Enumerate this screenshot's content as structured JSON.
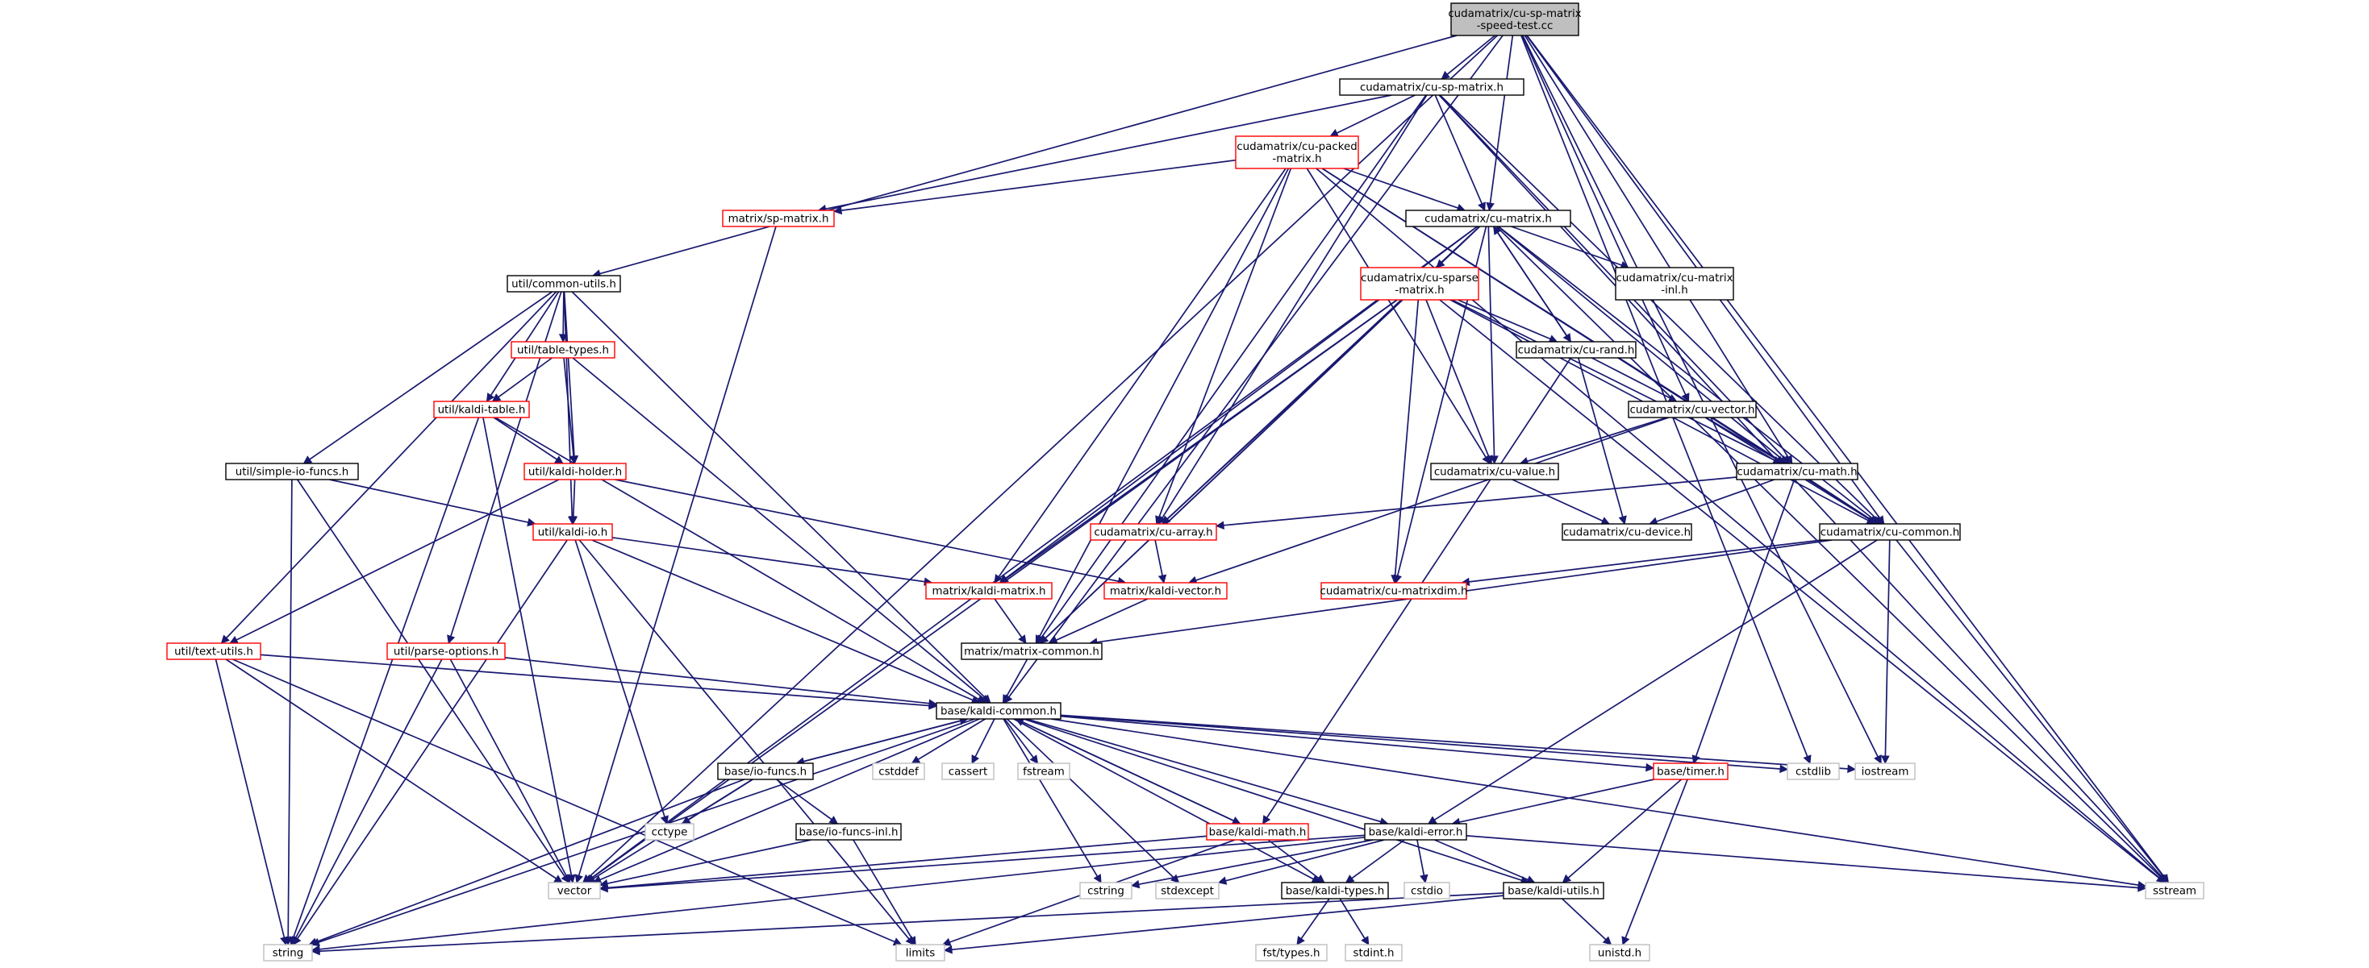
{
  "colors": {
    "edge": "#191970",
    "root_fill": "#bfbfbf",
    "root_border": "#000000",
    "documented_border": "#000000",
    "truncated_border": "#ff0000",
    "external_border": "#bfbfbf",
    "fill": "#ffffff"
  },
  "nodes": [
    {
      "id": "root",
      "lines": [
        "cudamatrix/cu-sp-matrix",
        "-speed-test.cc"
      ],
      "style": "root"
    },
    {
      "id": "cu_sp_matrix_h",
      "lines": [
        "cudamatrix/cu-sp-matrix.h"
      ],
      "style": "documented"
    },
    {
      "id": "cu_packed_matrix_h",
      "lines": [
        "cudamatrix/cu-packed",
        "-matrix.h"
      ],
      "style": "truncated"
    },
    {
      "id": "sp_matrix_h",
      "lines": [
        "matrix/sp-matrix.h"
      ],
      "style": "truncated"
    },
    {
      "id": "cu_matrix_h",
      "lines": [
        "cudamatrix/cu-matrix.h"
      ],
      "style": "documented"
    },
    {
      "id": "common_utils_h",
      "lines": [
        "util/common-utils.h"
      ],
      "style": "documented"
    },
    {
      "id": "cu_sparse_matrix_h",
      "lines": [
        "cudamatrix/cu-sparse",
        "-matrix.h"
      ],
      "style": "truncated"
    },
    {
      "id": "cu_matrix_inl_h",
      "lines": [
        "cudamatrix/cu-matrix",
        "-inl.h"
      ],
      "style": "documented"
    },
    {
      "id": "table_types_h",
      "lines": [
        "util/table-types.h"
      ],
      "style": "truncated"
    },
    {
      "id": "cu_rand_h",
      "lines": [
        "cudamatrix/cu-rand.h"
      ],
      "style": "documented"
    },
    {
      "id": "kaldi_table_h",
      "lines": [
        "util/kaldi-table.h"
      ],
      "style": "truncated"
    },
    {
      "id": "cu_vector_h",
      "lines": [
        "cudamatrix/cu-vector.h"
      ],
      "style": "documented"
    },
    {
      "id": "simple_io_funcs_h",
      "lines": [
        "util/simple-io-funcs.h"
      ],
      "style": "documented"
    },
    {
      "id": "kaldi_holder_h",
      "lines": [
        "util/kaldi-holder.h"
      ],
      "style": "truncated"
    },
    {
      "id": "cu_value_h",
      "lines": [
        "cudamatrix/cu-value.h"
      ],
      "style": "documented"
    },
    {
      "id": "cu_math_h",
      "lines": [
        "cudamatrix/cu-math.h"
      ],
      "style": "documented"
    },
    {
      "id": "kaldi_io_h",
      "lines": [
        "util/kaldi-io.h"
      ],
      "style": "truncated"
    },
    {
      "id": "cu_array_h",
      "lines": [
        "cudamatrix/cu-array.h"
      ],
      "style": "truncated"
    },
    {
      "id": "cu_device_h",
      "lines": [
        "cudamatrix/cu-device.h"
      ],
      "style": "documented"
    },
    {
      "id": "cu_common_h",
      "lines": [
        "cudamatrix/cu-common.h"
      ],
      "style": "documented"
    },
    {
      "id": "kaldi_matrix_h",
      "lines": [
        "matrix/kaldi-matrix.h"
      ],
      "style": "truncated"
    },
    {
      "id": "kaldi_vector_h",
      "lines": [
        "matrix/kaldi-vector.h"
      ],
      "style": "truncated"
    },
    {
      "id": "cu_matrixdim_h",
      "lines": [
        "cudamatrix/cu-matrixdim.h"
      ],
      "style": "truncated"
    },
    {
      "id": "text_utils_h",
      "lines": [
        "util/text-utils.h"
      ],
      "style": "truncated"
    },
    {
      "id": "parse_options_h",
      "lines": [
        "util/parse-options.h"
      ],
      "style": "truncated"
    },
    {
      "id": "matrix_common_h",
      "lines": [
        "matrix/matrix-common.h"
      ],
      "style": "documented"
    },
    {
      "id": "kaldi_common_h",
      "lines": [
        "base/kaldi-common.h"
      ],
      "style": "documented"
    },
    {
      "id": "io_funcs_h",
      "lines": [
        "base/io-funcs.h"
      ],
      "style": "documented"
    },
    {
      "id": "cstddef",
      "lines": [
        "cstddef"
      ],
      "style": "external"
    },
    {
      "id": "cassert",
      "lines": [
        "cassert"
      ],
      "style": "external"
    },
    {
      "id": "fstream",
      "lines": [
        "fstream"
      ],
      "style": "external"
    },
    {
      "id": "timer_h",
      "lines": [
        "base/timer.h"
      ],
      "style": "truncated"
    },
    {
      "id": "cstdlib",
      "lines": [
        "cstdlib"
      ],
      "style": "external"
    },
    {
      "id": "iostream",
      "lines": [
        "iostream"
      ],
      "style": "external"
    },
    {
      "id": "cctype",
      "lines": [
        "cctype"
      ],
      "style": "external"
    },
    {
      "id": "io_funcs_inl_h",
      "lines": [
        "base/io-funcs-inl.h"
      ],
      "style": "documented"
    },
    {
      "id": "kaldi_math_h",
      "lines": [
        "base/kaldi-math.h"
      ],
      "style": "truncated"
    },
    {
      "id": "kaldi_error_h",
      "lines": [
        "base/kaldi-error.h"
      ],
      "style": "documented"
    },
    {
      "id": "vector",
      "lines": [
        "vector"
      ],
      "style": "external"
    },
    {
      "id": "cstring",
      "lines": [
        "cstring"
      ],
      "style": "external"
    },
    {
      "id": "stdexcept",
      "lines": [
        "stdexcept"
      ],
      "style": "external"
    },
    {
      "id": "cstdio",
      "lines": [
        "cstdio"
      ],
      "style": "external"
    },
    {
      "id": "kaldi_types_h",
      "lines": [
        "base/kaldi-types.h"
      ],
      "style": "documented"
    },
    {
      "id": "kaldi_utils_h",
      "lines": [
        "base/kaldi-utils.h"
      ],
      "style": "documented"
    },
    {
      "id": "sstream",
      "lines": [
        "sstream"
      ],
      "style": "external"
    },
    {
      "id": "string",
      "lines": [
        "string"
      ],
      "style": "external"
    },
    {
      "id": "limits",
      "lines": [
        "limits"
      ],
      "style": "external"
    },
    {
      "id": "fst_types_h",
      "lines": [
        "fst/types.h"
      ],
      "style": "external"
    },
    {
      "id": "stdint_h",
      "lines": [
        "stdint.h"
      ],
      "style": "external"
    },
    {
      "id": "unistd_h",
      "lines": [
        "unistd.h"
      ],
      "style": "external"
    }
  ],
  "edges": [
    [
      "root",
      "cu_sp_matrix_h"
    ],
    [
      "root",
      "cu_matrix_h"
    ],
    [
      "root",
      "common_utils_h"
    ],
    [
      "root",
      "cu_vector_h"
    ],
    [
      "root",
      "cu_math_h"
    ],
    [
      "root",
      "cu_common_h"
    ],
    [
      "root",
      "kaldi_common_h"
    ],
    [
      "root",
      "vector"
    ],
    [
      "root",
      "cstdlib"
    ],
    [
      "root",
      "iostream"
    ],
    [
      "root",
      "sstream"
    ],
    [
      "cu_sp_matrix_h",
      "cu_packed_matrix_h"
    ],
    [
      "cu_sp_matrix_h",
      "sp_matrix_h"
    ],
    [
      "cu_sp_matrix_h",
      "cu_matrix_h"
    ],
    [
      "cu_sp_matrix_h",
      "cu_array_h"
    ],
    [
      "cu_sp_matrix_h",
      "cu_math_h"
    ],
    [
      "cu_sp_matrix_h",
      "matrix_common_h"
    ],
    [
      "cu_sp_matrix_h",
      "cu_common_h"
    ],
    [
      "cu_sp_matrix_h",
      "sstream"
    ],
    [
      "cu_packed_matrix_h",
      "sp_matrix_h"
    ],
    [
      "cu_packed_matrix_h",
      "cu_matrix_h"
    ],
    [
      "cu_packed_matrix_h",
      "kaldi_matrix_h"
    ],
    [
      "cu_packed_matrix_h",
      "cu_array_h"
    ],
    [
      "cu_packed_matrix_h",
      "cu_value_h"
    ],
    [
      "cu_packed_matrix_h",
      "cu_math_h"
    ],
    [
      "cu_packed_matrix_h",
      "cu_common_h"
    ],
    [
      "cu_packed_matrix_h",
      "matrix_common_h"
    ],
    [
      "cu_packed_matrix_h",
      "sstream"
    ],
    [
      "sp_matrix_h",
      "vector"
    ],
    [
      "cu_matrix_h",
      "cu_sparse_matrix_h"
    ],
    [
      "cu_matrix_h",
      "cu_matrix_inl_h"
    ],
    [
      "cu_matrix_h",
      "cu_rand_h"
    ],
    [
      "cu_matrix_h",
      "cu_value_h"
    ],
    [
      "cu_matrix_h",
      "cu_math_h"
    ],
    [
      "cu_matrix_h",
      "cu_common_h"
    ],
    [
      "cu_matrix_h",
      "cu_array_h"
    ],
    [
      "cu_matrix_h",
      "kaldi_matrix_h"
    ],
    [
      "cu_matrix_h",
      "cu_matrixdim_h"
    ],
    [
      "cu_matrix_h",
      "matrix_common_h"
    ],
    [
      "cu_matrix_h",
      "vector"
    ],
    [
      "cu_matrix_h",
      "sstream"
    ],
    [
      "cu_sparse_matrix_h",
      "cu_rand_h"
    ],
    [
      "cu_sparse_matrix_h",
      "cu_value_h"
    ],
    [
      "cu_sparse_matrix_h",
      "cu_math_h"
    ],
    [
      "cu_sparse_matrix_h",
      "cu_common_h"
    ],
    [
      "cu_sparse_matrix_h",
      "cu_array_h"
    ],
    [
      "cu_sparse_matrix_h",
      "kaldi_matrix_h"
    ],
    [
      "cu_sparse_matrix_h",
      "cu_matrixdim_h"
    ],
    [
      "cu_sparse_matrix_h",
      "matrix_common_h"
    ],
    [
      "cu_sparse_matrix_h",
      "vector"
    ],
    [
      "cu_sparse_matrix_h",
      "sstream"
    ],
    [
      "cu_rand_h",
      "cu_matrix_h"
    ],
    [
      "cu_rand_h",
      "cu_vector_h"
    ],
    [
      "cu_rand_h",
      "cu_device_h"
    ],
    [
      "cu_rand_h",
      "kaldi_math_h"
    ],
    [
      "cu_vector_h",
      "cu_value_h"
    ],
    [
      "cu_vector_h",
      "cu_math_h"
    ],
    [
      "cu_vector_h",
      "cu_common_h"
    ],
    [
      "cu_vector_h",
      "kaldi_vector_h"
    ],
    [
      "cu_value_h",
      "cu_device_h"
    ],
    [
      "cu_math_h",
      "cu_array_h"
    ],
    [
      "cu_math_h",
      "cu_device_h"
    ],
    [
      "cu_math_h",
      "cu_common_h"
    ],
    [
      "cu_math_h",
      "timer_h"
    ],
    [
      "cu_common_h",
      "cu_matrixdim_h"
    ],
    [
      "cu_common_h",
      "matrix_common_h"
    ],
    [
      "cu_common_h",
      "iostream"
    ],
    [
      "cu_common_h",
      "sstream"
    ],
    [
      "cu_common_h",
      "kaldi_error_h"
    ],
    [
      "cu_array_h",
      "kaldi_vector_h"
    ],
    [
      "common_utils_h",
      "table_types_h"
    ],
    [
      "common_utils_h",
      "kaldi_table_h"
    ],
    [
      "common_utils_h",
      "kaldi_holder_h"
    ],
    [
      "common_utils_h",
      "simple_io_funcs_h"
    ],
    [
      "common_utils_h",
      "kaldi_io_h"
    ],
    [
      "common_utils_h",
      "text_utils_h"
    ],
    [
      "common_utils_h",
      "parse_options_h"
    ],
    [
      "common_utils_h",
      "kaldi_common_h"
    ],
    [
      "table_types_h",
      "kaldi_table_h"
    ],
    [
      "table_types_h",
      "kaldi_holder_h"
    ],
    [
      "table_types_h",
      "kaldi_common_h"
    ],
    [
      "kaldi_table_h",
      "kaldi_holder_h"
    ],
    [
      "kaldi_table_h",
      "kaldi_common_h"
    ],
    [
      "kaldi_table_h",
      "vector"
    ],
    [
      "kaldi_table_h",
      "string"
    ],
    [
      "kaldi_holder_h",
      "kaldi_io_h"
    ],
    [
      "kaldi_holder_h",
      "text_utils_h"
    ],
    [
      "kaldi_holder_h",
      "kaldi_vector_h"
    ],
    [
      "simple_io_funcs_h",
      "kaldi_io_h"
    ],
    [
      "simple_io_funcs_h",
      "vector"
    ],
    [
      "simple_io_funcs_h",
      "string"
    ],
    [
      "kaldi_io_h",
      "kaldi_matrix_h"
    ],
    [
      "kaldi_io_h",
      "kaldi_common_h"
    ],
    [
      "kaldi_io_h",
      "cctype"
    ],
    [
      "kaldi_io_h",
      "limits"
    ],
    [
      "kaldi_io_h",
      "string"
    ],
    [
      "kaldi_matrix_h",
      "matrix_common_h"
    ],
    [
      "kaldi_vector_h",
      "matrix_common_h"
    ],
    [
      "matrix_common_h",
      "kaldi_common_h"
    ],
    [
      "text_utils_h",
      "kaldi_common_h"
    ],
    [
      "text_utils_h",
      "vector"
    ],
    [
      "text_utils_h",
      "string"
    ],
    [
      "text_utils_h",
      "limits"
    ],
    [
      "parse_options_h",
      "kaldi_common_h"
    ],
    [
      "parse_options_h",
      "vector"
    ],
    [
      "parse_options_h",
      "string"
    ],
    [
      "kaldi_common_h",
      "io_funcs_h"
    ],
    [
      "kaldi_common_h",
      "cstddef"
    ],
    [
      "kaldi_common_h",
      "cassert"
    ],
    [
      "kaldi_common_h",
      "fstream"
    ],
    [
      "kaldi_common_h",
      "timer_h"
    ],
    [
      "kaldi_common_h",
      "cstdlib"
    ],
    [
      "kaldi_common_h",
      "iostream"
    ],
    [
      "kaldi_common_h",
      "kaldi_math_h"
    ],
    [
      "kaldi_common_h",
      "kaldi_error_h"
    ],
    [
      "kaldi_common_h",
      "vector"
    ],
    [
      "kaldi_common_h",
      "cstring"
    ],
    [
      "kaldi_common_h",
      "stdexcept"
    ],
    [
      "kaldi_common_h",
      "kaldi_types_h"
    ],
    [
      "kaldi_common_h",
      "kaldi_utils_h"
    ],
    [
      "kaldi_common_h",
      "sstream"
    ],
    [
      "kaldi_common_h",
      "string"
    ],
    [
      "io_funcs_h",
      "kaldi_common_h"
    ],
    [
      "io_funcs_h",
      "cctype"
    ],
    [
      "io_funcs_h",
      "io_funcs_inl_h"
    ],
    [
      "io_funcs_h",
      "vector"
    ],
    [
      "io_funcs_h",
      "string"
    ],
    [
      "io_funcs_inl_h",
      "vector"
    ],
    [
      "io_funcs_inl_h",
      "limits"
    ],
    [
      "kaldi_math_h",
      "kaldi_common_h"
    ],
    [
      "kaldi_math_h",
      "kaldi_types_h"
    ],
    [
      "kaldi_math_h",
      "vector"
    ],
    [
      "kaldi_math_h",
      "limits"
    ],
    [
      "kaldi_error_h",
      "vector"
    ],
    [
      "kaldi_error_h",
      "cstring"
    ],
    [
      "kaldi_error_h",
      "stdexcept"
    ],
    [
      "kaldi_error_h",
      "cstdio"
    ],
    [
      "kaldi_error_h",
      "kaldi_types_h"
    ],
    [
      "kaldi_error_h",
      "kaldi_utils_h"
    ],
    [
      "kaldi_error_h",
      "sstream"
    ],
    [
      "kaldi_error_h",
      "string"
    ],
    [
      "timer_h",
      "kaldi_error_h"
    ],
    [
      "timer_h",
      "kaldi_utils_h"
    ],
    [
      "timer_h",
      "unistd_h"
    ],
    [
      "kaldi_types_h",
      "fst_types_h"
    ],
    [
      "kaldi_types_h",
      "stdint_h"
    ],
    [
      "kaldi_utils_h",
      "string"
    ],
    [
      "kaldi_utils_h",
      "limits"
    ],
    [
      "kaldi_utils_h",
      "unistd_h"
    ]
  ]
}
